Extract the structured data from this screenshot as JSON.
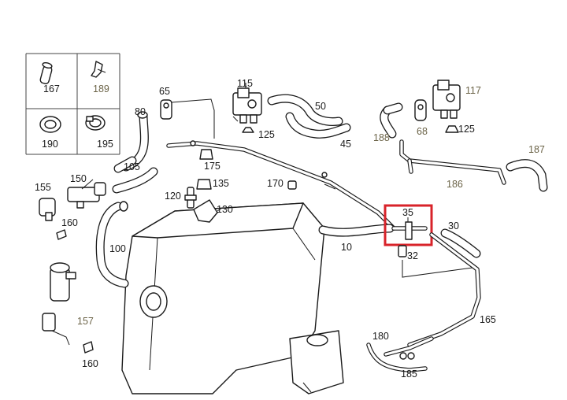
{
  "highlight_color": "#d8232a",
  "labels": {
    "l167": "167",
    "l189": "189",
    "l190": "190",
    "l195": "195",
    "l80": "80",
    "l65": "65",
    "l115": "115",
    "l50": "50",
    "l68": "68",
    "l117": "117",
    "l125a": "125",
    "l125b": "125",
    "l45": "45",
    "l188": "188",
    "l187": "187",
    "l105": "105",
    "l175": "175",
    "l150": "150",
    "l155": "155",
    "l120": "120",
    "l135": "135",
    "l170": "170",
    "l186": "186",
    "l130": "130",
    "l35": "35",
    "l30": "30",
    "l160a": "160",
    "l100": "100",
    "l10": "10",
    "l32": "32",
    "l157": "157",
    "l165": "165",
    "l180": "180",
    "l185": "185",
    "l160b": "160"
  }
}
